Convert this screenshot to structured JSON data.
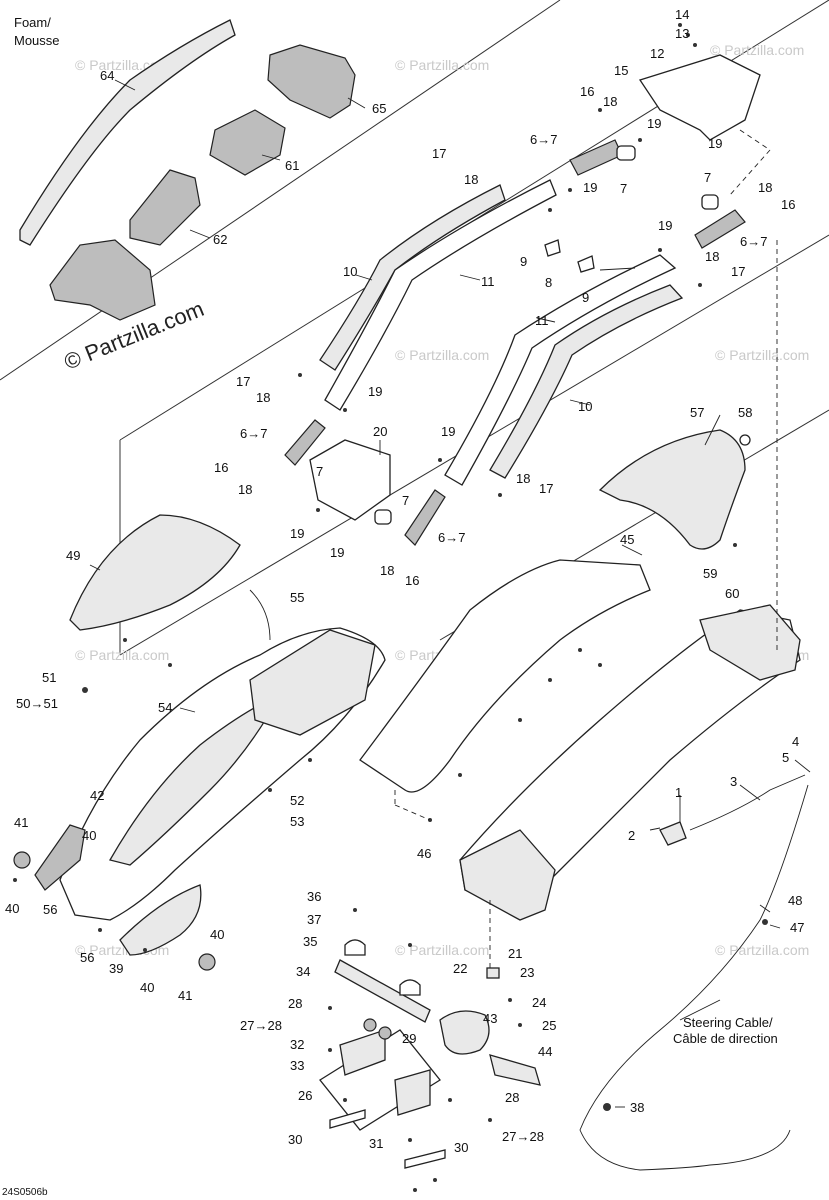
{
  "header": {
    "foam_label_line1": "Foam/",
    "foam_label_line2": "Mousse"
  },
  "watermark": {
    "small": "© Partzilla.com",
    "large": "© Partzilla.com"
  },
  "footer": {
    "code": "24S0506b"
  },
  "callouts": {
    "steering_cable_line1": "Steering Cable/",
    "steering_cable_line2": "Câble de direction"
  },
  "parts": {
    "p1": "1",
    "p2": "2",
    "p3": "3",
    "p4": "4",
    "p5": "5",
    "p6_7a": "6→7",
    "p6_7b": "6→7",
    "p6_7c": "6→7",
    "p6_7d": "6→7",
    "p7a": "7",
    "p7b": "7",
    "p7c": "7",
    "p7d": "7",
    "p8": "8",
    "p9a": "9",
    "p9b": "9",
    "p10a": "10",
    "p10b": "10",
    "p11a": "11",
    "p11b": "11",
    "p12": "12",
    "p13": "13",
    "p14": "14",
    "p15": "15",
    "p16a": "16",
    "p16b": "16",
    "p16c": "16",
    "p16d": "16",
    "p17a": "17",
    "p17b": "17",
    "p17c": "17",
    "p17d": "17",
    "p18a": "18",
    "p18b": "18",
    "p18c": "18",
    "p18d": "18",
    "p18e": "18",
    "p18f": "18",
    "p18g": "18",
    "p19a": "19",
    "p19b": "19",
    "p19c": "19",
    "p19d": "19",
    "p19e": "19",
    "p19f": "19",
    "p19g": "19",
    "p20": "20",
    "p21": "21",
    "p22": "22",
    "p23": "23",
    "p24": "24",
    "p25": "25",
    "p26": "26",
    "p27_28a": "27→28",
    "p27_28b": "27→28",
    "p28a": "28",
    "p28b": "28",
    "p29": "29",
    "p30a": "30",
    "p30b": "30",
    "p31": "31",
    "p32": "32",
    "p33": "33",
    "p34": "34",
    "p35": "35",
    "p36": "36",
    "p37": "37",
    "p38": "38",
    "p39": "39",
    "p40a": "40",
    "p40b": "40",
    "p40c": "40",
    "p40d": "40",
    "p41a": "41",
    "p41b": "41",
    "p42": "42",
    "p43": "43",
    "p44": "44",
    "p45": "45",
    "p46": "46",
    "p47": "47",
    "p48": "48",
    "p49": "49",
    "p50_51": "50→51",
    "p51": "51",
    "p52": "52",
    "p53": "53",
    "p54": "54",
    "p55": "55",
    "p56a": "56",
    "p56b": "56",
    "p57": "57",
    "p58": "58",
    "p59": "59",
    "p60": "60",
    "p61": "61",
    "p62": "62",
    "p64": "64",
    "p65": "65"
  }
}
